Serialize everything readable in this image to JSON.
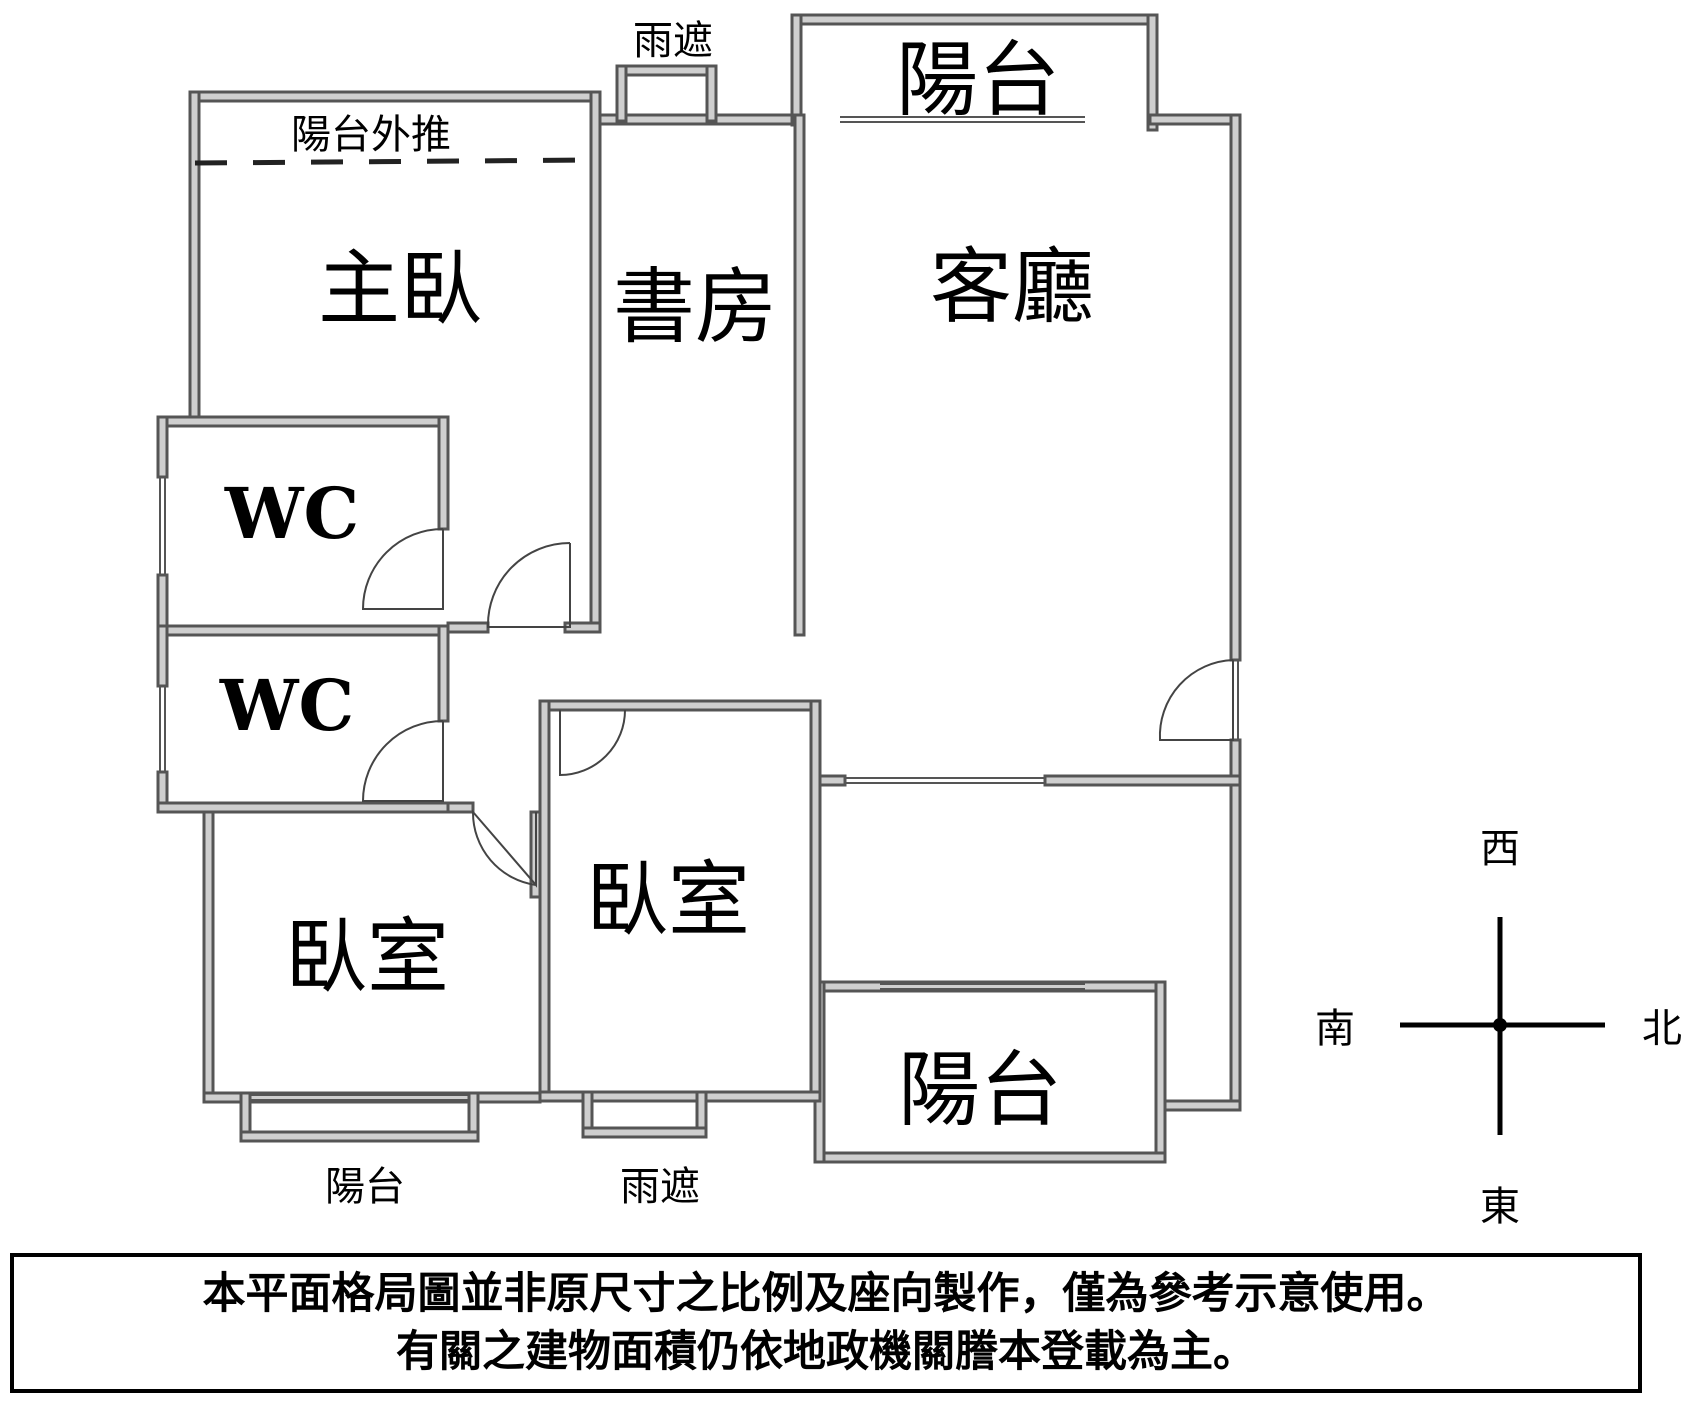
{
  "rooms": {
    "master_bedroom": "主臥",
    "study": "書房",
    "living_room": "客廳",
    "wc_upper": "WC",
    "wc_lower": "WC",
    "bedroom_center": "臥室",
    "bedroom_left": "臥室",
    "balcony_top": "陽台",
    "balcony_right": "陽台",
    "balcony_bottom": "陽台",
    "canopy_top": "雨遮",
    "canopy_bottom": "雨遮",
    "balcony_extension": "陽台外推"
  },
  "compass": {
    "north": "北",
    "south": "南",
    "east": "東",
    "west": "西"
  },
  "disclaimer": {
    "line1": "本平面格局圖並非原尺寸之比例及座向製作，僅為參考示意使用。",
    "line2": "有關之建物面積仍依地政機關謄本登載為主。"
  }
}
